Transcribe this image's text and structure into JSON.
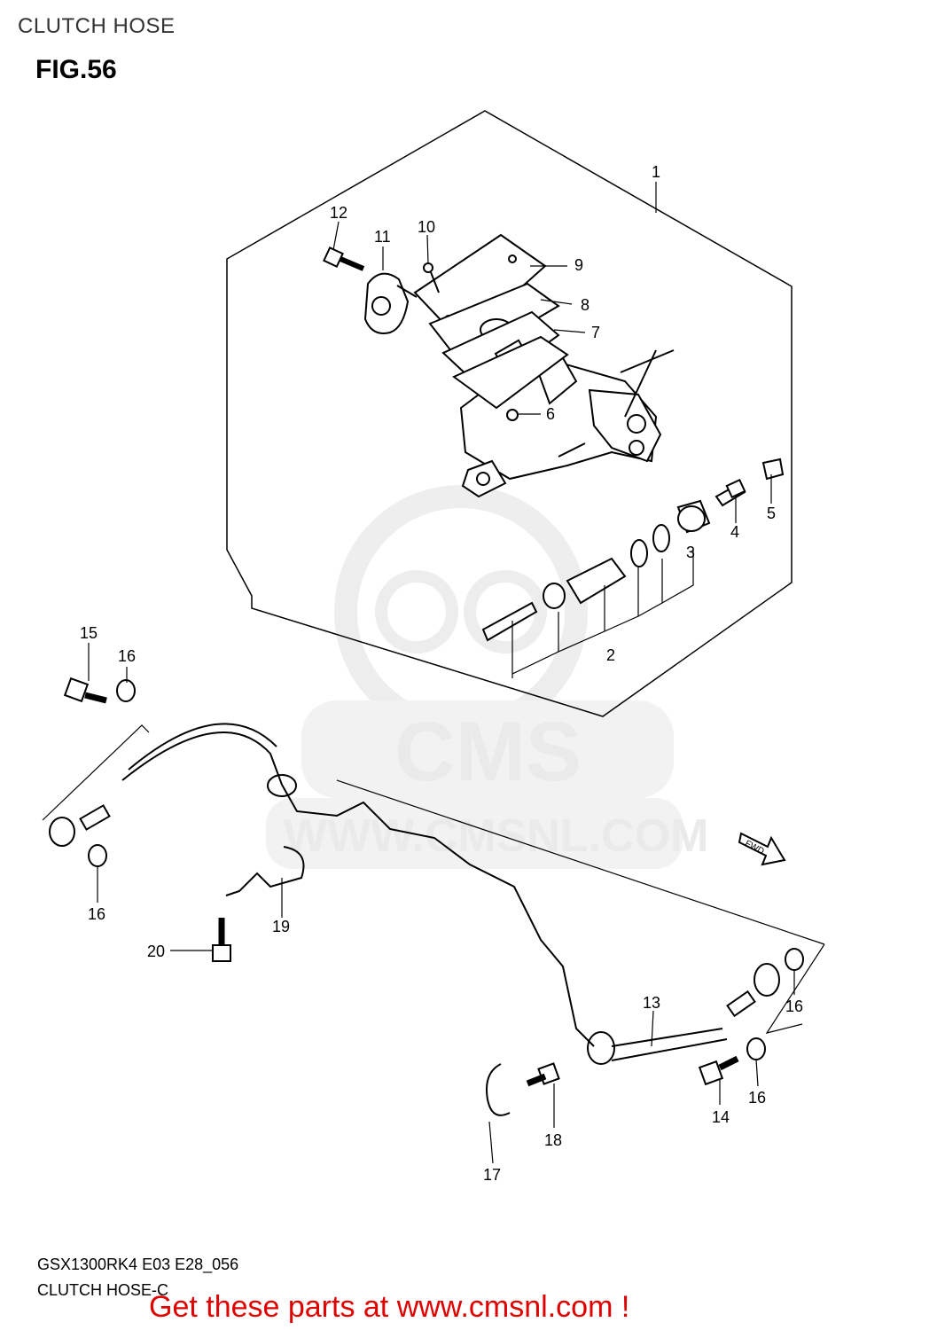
{
  "header": {
    "section": "CLUTCH HOSE",
    "figure": "FIG.56"
  },
  "watermark": {
    "brand": "CMS",
    "url": "WWW.CMSNL.COM"
  },
  "callouts": [
    {
      "id": "c1",
      "label": "1"
    },
    {
      "id": "c2",
      "label": "2"
    },
    {
      "id": "c3",
      "label": "3"
    },
    {
      "id": "c4",
      "label": "4"
    },
    {
      "id": "c5",
      "label": "5"
    },
    {
      "id": "c6",
      "label": "6"
    },
    {
      "id": "c7",
      "label": "7"
    },
    {
      "id": "c8",
      "label": "8"
    },
    {
      "id": "c9",
      "label": "9"
    },
    {
      "id": "c10",
      "label": "10"
    },
    {
      "id": "c11",
      "label": "11"
    },
    {
      "id": "c12",
      "label": "12"
    },
    {
      "id": "c13",
      "label": "13"
    },
    {
      "id": "c14",
      "label": "14"
    },
    {
      "id": "c15",
      "label": "15"
    },
    {
      "id": "c16a",
      "label": "16"
    },
    {
      "id": "c16b",
      "label": "16"
    },
    {
      "id": "c16c",
      "label": "16"
    },
    {
      "id": "c16d",
      "label": "16"
    },
    {
      "id": "c17",
      "label": "17"
    },
    {
      "id": "c18",
      "label": "18"
    },
    {
      "id": "c19",
      "label": "19"
    },
    {
      "id": "c20",
      "label": "20"
    }
  ],
  "direction_tag": "FWD",
  "footer": {
    "model_code": "GSX1300RK4 E03 E28_056",
    "subtitle": "CLUTCH HOSE-C",
    "promo_link": "Get these parts at www.cmsnl.com !"
  },
  "colors": {
    "promo": "#e00000",
    "line": "#000000",
    "watermark": "#e8e8e8"
  }
}
